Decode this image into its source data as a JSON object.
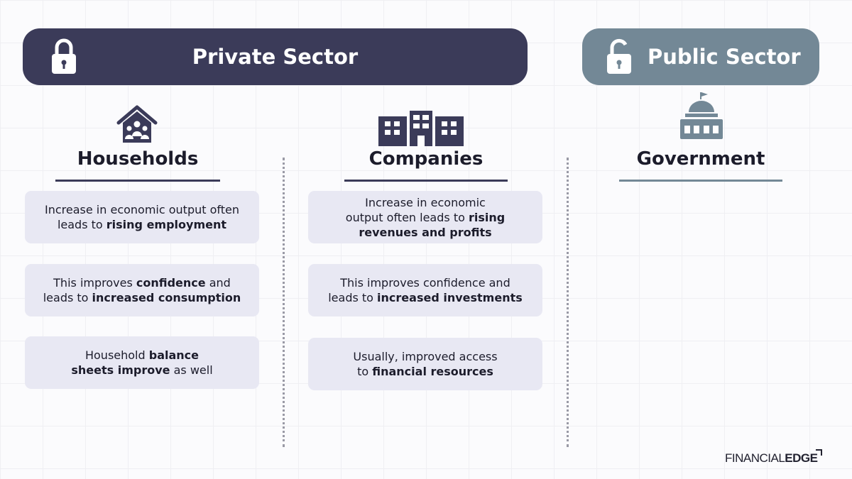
{
  "banners": {
    "private": {
      "title": "Private Sector",
      "icon": "lock-closed-icon"
    },
    "public": {
      "title": "Public Sector",
      "icon": "lock-open-icon"
    }
  },
  "columns": {
    "households": {
      "title": "Households",
      "icon": "house-family-icon",
      "cards": [
        {
          "parts": [
            "Increase in economic output often",
            "leads to ",
            "rising employment"
          ]
        },
        {
          "parts": [
            "This improves ",
            "confidence",
            " and",
            "leads to ",
            "increased consumption"
          ]
        },
        {
          "parts": [
            "Household ",
            "balance",
            "sheets improve",
            " as well"
          ]
        }
      ]
    },
    "companies": {
      "title": "Companies",
      "icon": "office-buildings-icon",
      "cards": [
        {
          "parts": [
            "Increase in economic",
            "output often leads to ",
            "rising",
            "revenues and profits"
          ]
        },
        {
          "parts": [
            "This improves confidence and",
            "leads to ",
            "increased investments"
          ]
        },
        {
          "parts": [
            "Usually, improved access",
            "to ",
            "financial resources"
          ]
        }
      ]
    },
    "government": {
      "title": "Government",
      "icon": "government-building-icon"
    }
  },
  "brand": {
    "part1": "FINANCIAL",
    "part2": "EDGE"
  },
  "colors": {
    "private_banner": "#3b3b59",
    "public_banner": "#738896",
    "card_bg": "#e8e8f3"
  }
}
